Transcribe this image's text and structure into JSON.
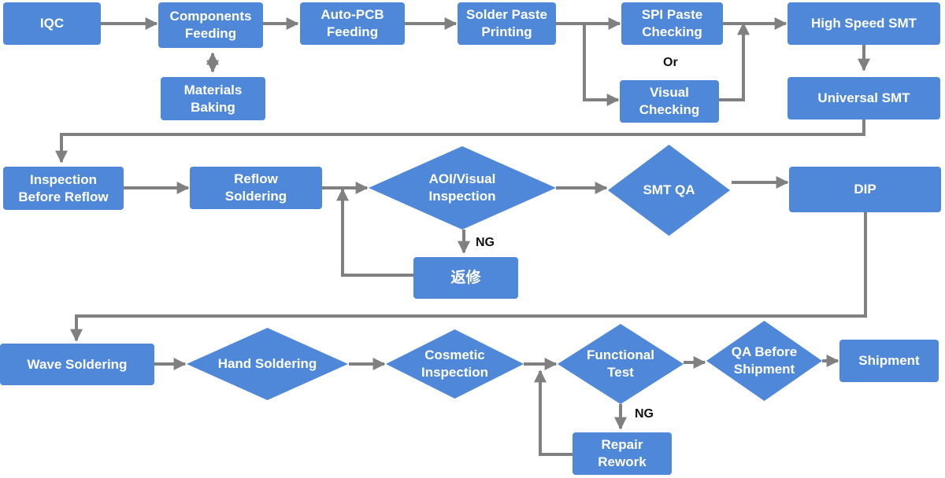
{
  "colors": {
    "node_fill": "#4f88d8",
    "connector": "#808080",
    "text": "#ffffff",
    "note": "#111111"
  },
  "nodes": {
    "iqc": "IQC",
    "components_feeding": "Components\nFeeding",
    "materials_baking": "Materials\nBaking",
    "auto_pcb_feeding": "Auto-PCB\nFeeding",
    "solder_paste_printing": "Solder Paste\nPrinting",
    "spi_paste_checking": "SPI Paste\nChecking",
    "visual_checking": "Visual\nChecking",
    "high_speed_smt": "High Speed SMT",
    "universal_smt": "Universal SMT",
    "inspection_before_reflow": "Inspection\nBefore Reflow",
    "reflow_soldering": "Reflow\nSoldering",
    "aoi_visual_inspection": "AOI/Visual\nInspection",
    "smt_qa": "SMT QA",
    "dip": "DIP",
    "rework_cn": "返修",
    "wave_soldering": "Wave Soldering",
    "hand_soldering": "Hand Soldering",
    "cosmetic_inspection": "Cosmetic\nInspection",
    "functional_test": "Functional\nTest",
    "qa_before_shipment": "QA Before\nShipment",
    "shipment": "Shipment",
    "repair_rework": "Repair\nRework"
  },
  "notes": {
    "or": "Or",
    "ng_aoi": "NG",
    "ng_functional": "NG"
  }
}
